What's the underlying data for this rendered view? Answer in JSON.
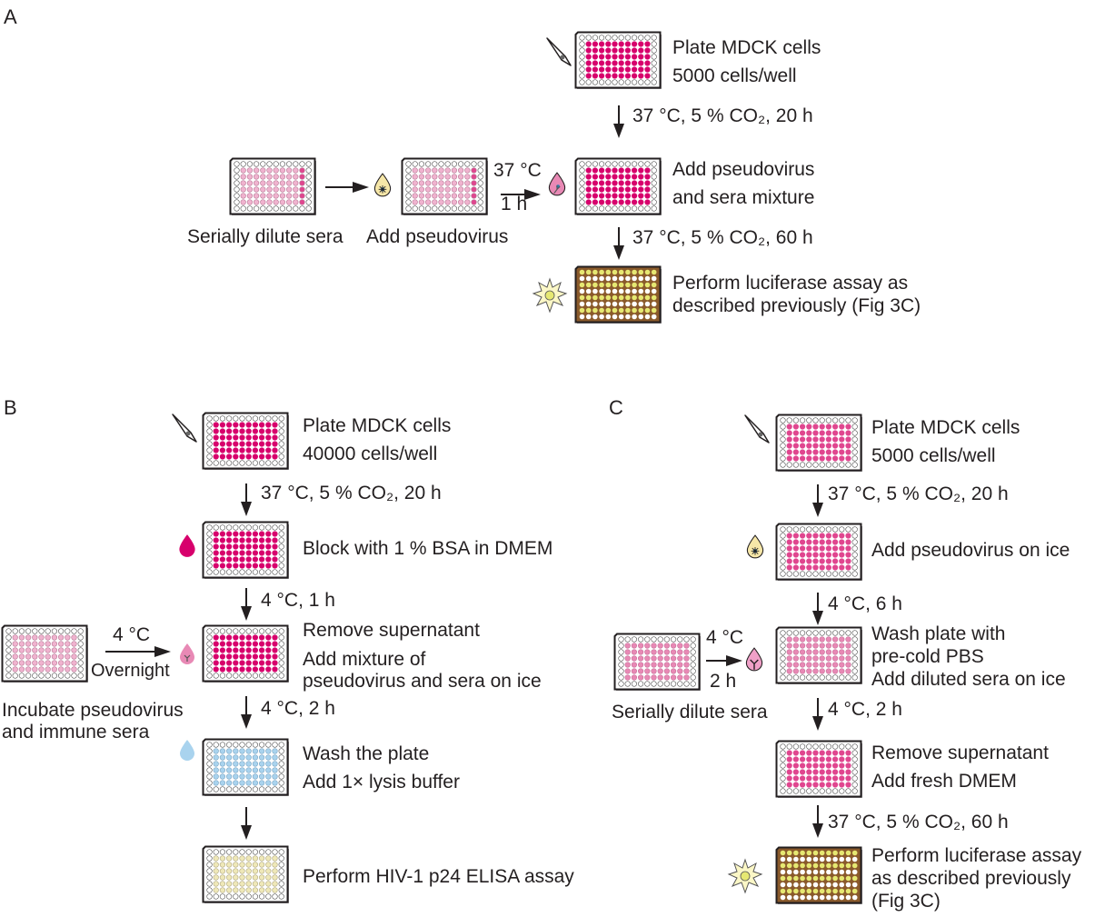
{
  "colors": {
    "magenta_well": "#d7006c",
    "pink_well": "#e889b5",
    "light_pink_well": "#f0b3cf",
    "blue_well": "#a9d3ee",
    "cream_well": "#efe8b8",
    "brown_plate": "#8a5a2b",
    "yellow_well": "#e6e872",
    "text": "#231f20"
  },
  "panels": {
    "A": {
      "label": "A",
      "step1": {
        "line1": "Plate MDCK cells",
        "line2": "5000 cells/well"
      },
      "cond1": "37 °C, 5 % CO₂, 20 h",
      "dilute_caption": "Serially dilute sera",
      "add_pv_caption": "Add pseudovirus",
      "incubate_top": "37 °C",
      "incubate_bottom": "1 h",
      "step2": {
        "line1": "Add pseudovirus",
        "line2": "and sera mixture"
      },
      "cond2": "37 °C, 5 % CO₂, 60 h",
      "step3": {
        "line1": "Perform luciferase assay as",
        "line2": "described previously (Fig 3C)"
      }
    },
    "B": {
      "label": "B",
      "step1": {
        "line1": "Plate MDCK cells",
        "line2": "40000 cells/well"
      },
      "cond1": "37 °C, 5 % CO₂, 20 h",
      "step2": "Block with 1 % BSA in DMEM",
      "cond2": "4 °C, 1 h",
      "side_top": "4 °C",
      "side_bottom": "Overnight",
      "side_caption": {
        "line1": "Incubate pseudovirus",
        "line2": "and immune sera"
      },
      "step3": {
        "line1": "Remove supernatant",
        "line2": "Add mixture of",
        "line3": "pseudovirus and sera on ice"
      },
      "cond3": "4 °C, 2 h",
      "step4": {
        "line1": "Wash the plate",
        "line2": "Add 1× lysis buffer"
      },
      "step5": "Perform HIV-1 p24 ELISA assay"
    },
    "C": {
      "label": "C",
      "step1": {
        "line1": "Plate MDCK cells",
        "line2": "5000 cells/well"
      },
      "cond1": "37 °C, 5 % CO₂, 20 h",
      "step2": "Add pseudovirus on ice",
      "cond2": "4 °C, 6 h",
      "side_top": "4 °C",
      "side_bottom": "2 h",
      "side_caption": "Serially dilute sera",
      "step3": {
        "line1": "Wash plate with",
        "line2": "pre-cold PBS",
        "line3": "Add diluted sera on ice"
      },
      "cond3": "4 °C, 2 h",
      "step4": {
        "line1": "Remove supernatant",
        "line2": "Add fresh DMEM"
      },
      "cond4": "37 °C, 5 % CO₂, 60 h",
      "step5": {
        "line1": "Perform luciferase assay",
        "line2": "as described previously",
        "line3": "(Fig 3C)"
      }
    }
  }
}
